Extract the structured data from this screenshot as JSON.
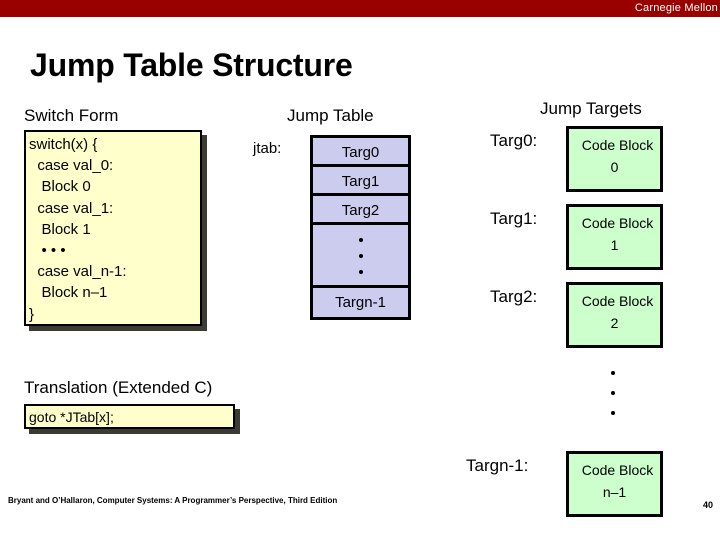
{
  "banner": {
    "institution": "Carnegie Mellon",
    "color": "#990000"
  },
  "slide": {
    "title": "Jump Table Structure",
    "page_number": "40",
    "citation": "Bryant and O’Hallaron, Computer Systems: A Programmer’s Perspective, Third Edition"
  },
  "switch_form": {
    "heading": "Switch Form",
    "code": "switch(x) {\n  case val_0:\n   Block 0\n  case val_1:\n   Block 1\n   • • •\n  case val_n-1:\n   Block n–1\n}",
    "fill_color": "#FFFFCC"
  },
  "jump_table": {
    "heading": "Jump Table",
    "pointer_label": "jtab:",
    "fill_color": "#CCCCEE",
    "cells": [
      "Targ0",
      "Targ1",
      "Targ2"
    ],
    "last_cell": "Targn-1"
  },
  "jump_targets": {
    "heading": "Jump Targets",
    "fill_color": "#CCFFCC",
    "entries": [
      {
        "label": "Targ0:",
        "line1": "Code Block",
        "line2": "0"
      },
      {
        "label": "Targ1:",
        "line1": "Code Block",
        "line2": "1"
      },
      {
        "label": "Targ2:",
        "line1": "Code Block",
        "line2": "2"
      }
    ],
    "last_entry": {
      "label": "Targn-1:",
      "line1": "Code Block",
      "line2": "n–1"
    }
  },
  "translation": {
    "heading": "Translation (Extended C)",
    "code": "goto *JTab[x];",
    "fill_color": "#FFFFCC"
  }
}
